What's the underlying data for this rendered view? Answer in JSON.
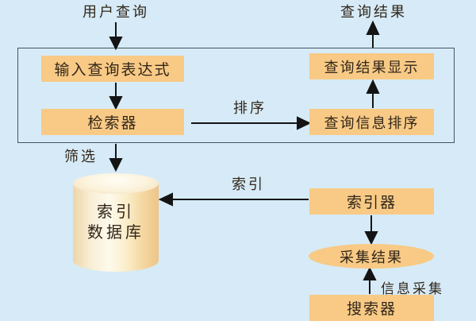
{
  "colors": {
    "background": "#d6ebf7",
    "node_fill": "#f8ca85",
    "frame_border": "#44555f",
    "arrow": "#141414",
    "text": "#32261a"
  },
  "labels": {
    "user_query": "用户查询",
    "query_result": "查询结果",
    "sort": "排序",
    "filter": "筛选",
    "index": "索引",
    "info_collection": "信息采集"
  },
  "nodes": {
    "input_query_expression": "输入查询表达式",
    "retriever": "检索器",
    "query_result_display": "查询结果显示",
    "query_info_sort": "查询信息排序",
    "index_db_line1": "索引",
    "index_db_line2": "数据库",
    "indexer": "索引器",
    "collection_result": "采集结果",
    "searcher": "搜索器"
  }
}
